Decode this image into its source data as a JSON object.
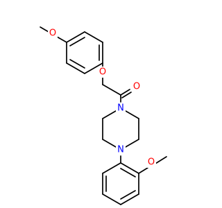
{
  "structure": {
    "atoms": [
      {
        "id": "o_methoxy_top",
        "label": "O",
        "color": "#ff0000"
      },
      {
        "id": "o_ether",
        "label": "O",
        "color": "#ff0000"
      },
      {
        "id": "o_carbonyl",
        "label": "O",
        "color": "#ff0000"
      },
      {
        "id": "n_piperazine_top",
        "label": "N",
        "color": "#0000ff"
      },
      {
        "id": "n_piperazine_bottom",
        "label": "N",
        "color": "#0000ff"
      },
      {
        "id": "o_methoxy_bottom",
        "label": "O",
        "color": "#ff0000"
      }
    ],
    "bond_color": "#000000"
  }
}
